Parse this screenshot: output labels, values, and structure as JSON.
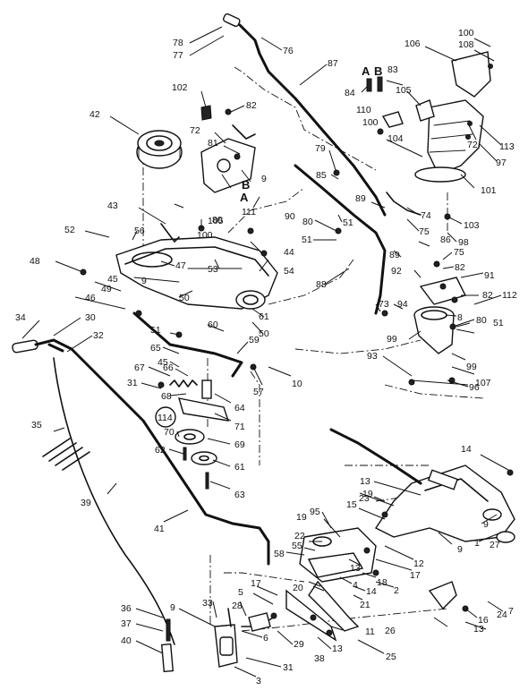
{
  "callouts": {
    "c78": "78",
    "c77": "77",
    "c76": "76",
    "c87": "87",
    "c100a": "100",
    "c108": "108",
    "c106": "106",
    "cA1": "A",
    "cB1": "B",
    "c83": "83",
    "c84": "84",
    "c105a": "105",
    "c110": "110",
    "c100b": "100",
    "c104": "104",
    "c72a": "72",
    "c113": "113",
    "c97": "97",
    "c102": "102",
    "c82a": "82",
    "c42": "42",
    "c72b": "72",
    "c81": "81",
    "cB2": "B",
    "cA2": "A",
    "c9a": "9",
    "c79": "79",
    "c85": "85",
    "c101": "101",
    "c89a": "89",
    "c74": "74",
    "c103": "103",
    "c43": "43",
    "c111": "111",
    "c90": "90",
    "c80a": "80",
    "c105b": "105",
    "c100c": "100",
    "c51a": "51",
    "c75a": "75",
    "c98": "98",
    "c52": "52",
    "c56": "56",
    "c80b": "80",
    "c51b": "51",
    "c44": "44",
    "c86": "86",
    "c48": "48",
    "c47": "47",
    "c53": "53",
    "c54": "54",
    "c89b": "89",
    "c75b": "75",
    "c82b": "82",
    "c92": "92",
    "c9b": "9",
    "c45": "45",
    "c49": "49",
    "c50a": "50",
    "c88": "88",
    "c91": "91",
    "c46": "46",
    "c61a": "61",
    "c82c": "82",
    "c112": "112",
    "c94": "94",
    "c73": "73",
    "c34": "34",
    "c30": "30",
    "c60": "60",
    "c50b": "50",
    "c8": "8",
    "c80c": "80",
    "c51c": "51",
    "c32": "32",
    "c99a": "99",
    "c51d": "51",
    "c65": "65",
    "c59": "59",
    "c45b": "45",
    "c93": "93",
    "c99b": "99",
    "c67": "67",
    "c66": "66",
    "c57": "57",
    "c10": "10",
    "c96": "96",
    "c107": "107",
    "c31a": "31",
    "c68": "68",
    "c64": "64",
    "c114": "114",
    "c71": "71",
    "c35": "35",
    "c70": "70",
    "c69": "69",
    "c62": "62",
    "c61b": "61",
    "c63": "63",
    "c14": "14",
    "c39": "39",
    "c13a": "13",
    "c19a": "19",
    "c23": "23",
    "c9c": "9",
    "c15": "15",
    "c95": "95",
    "c41": "41",
    "c19b": "19",
    "c22": "22",
    "c55": "55",
    "c58": "58",
    "c9d": "9",
    "c1": "1",
    "c27": "27",
    "c12": "12",
    "c17a": "17",
    "c13b": "13",
    "c18": "18",
    "c2": "2",
    "c4": "4",
    "c14b": "14",
    "c20": "20",
    "c21": "21",
    "c17b": "17",
    "c5": "5",
    "c33": "33",
    "c28": "28",
    "c16": "16",
    "c24": "24",
    "c7": "7",
    "c13c": "13",
    "c26": "26",
    "c11": "11",
    "c9e": "9",
    "c36": "36",
    "c37": "37",
    "c40": "40",
    "c6": "6",
    "c29": "29",
    "c13d": "13",
    "c38": "38",
    "c25": "25",
    "c31b": "31",
    "c3": "3"
  }
}
